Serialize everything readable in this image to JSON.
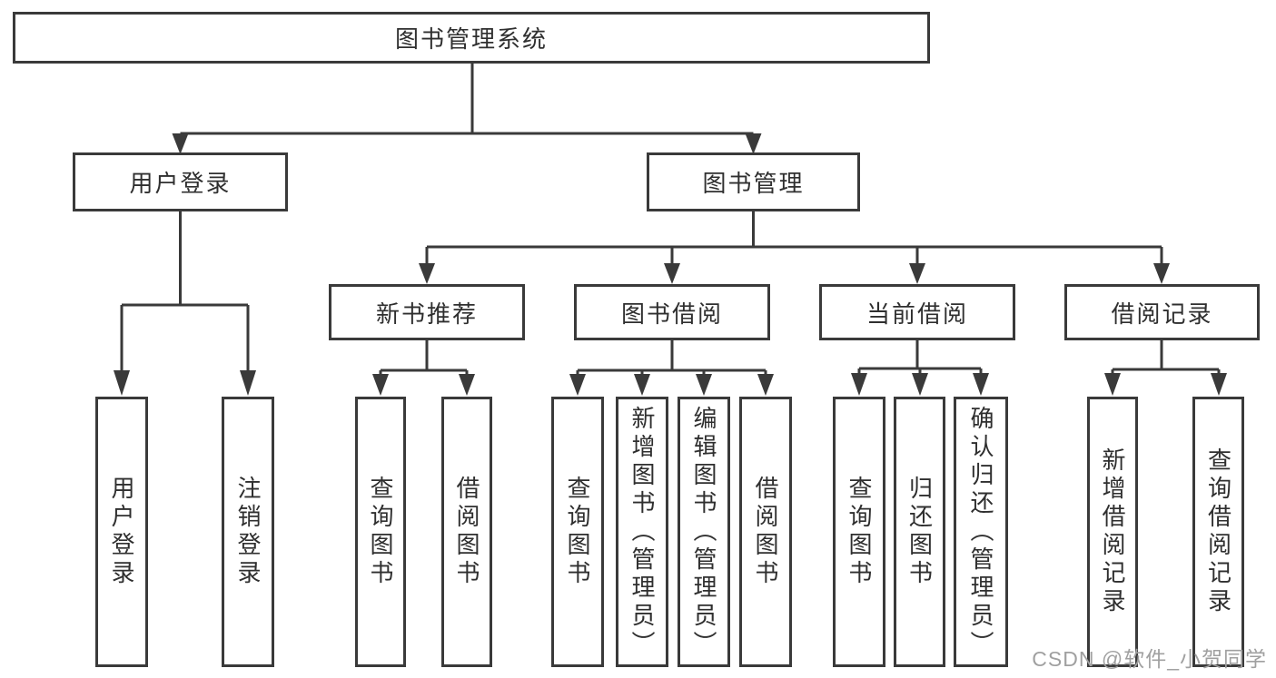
{
  "diagram": {
    "root": {
      "label": "图书管理系统"
    },
    "level2": [
      {
        "label": "用户登录"
      },
      {
        "label": "图书管理"
      }
    ],
    "level3": [
      {
        "label": "新书推荐"
      },
      {
        "label": "图书借阅"
      },
      {
        "label": "当前借阅"
      },
      {
        "label": "借阅记录"
      }
    ],
    "leaves": {
      "login": [
        "用户登录",
        "注销登录"
      ],
      "newbook": [
        "查询图书",
        "借阅图书"
      ],
      "borrow": [
        "查询图书",
        "新增图书（管理员）",
        "编辑图书（管理员）",
        "借阅图书"
      ],
      "current": [
        "查询图书",
        "归还图书",
        "确认归还（管理员）"
      ],
      "records": [
        "新增借阅记录",
        "查询借阅记录"
      ]
    }
  },
  "watermark": "CSDN @软件_小贺同学",
  "colors": {
    "line": "#3a3a3a",
    "text": "#2f2f2f",
    "watermark": "#a0a0a0",
    "background": "#ffffff"
  }
}
